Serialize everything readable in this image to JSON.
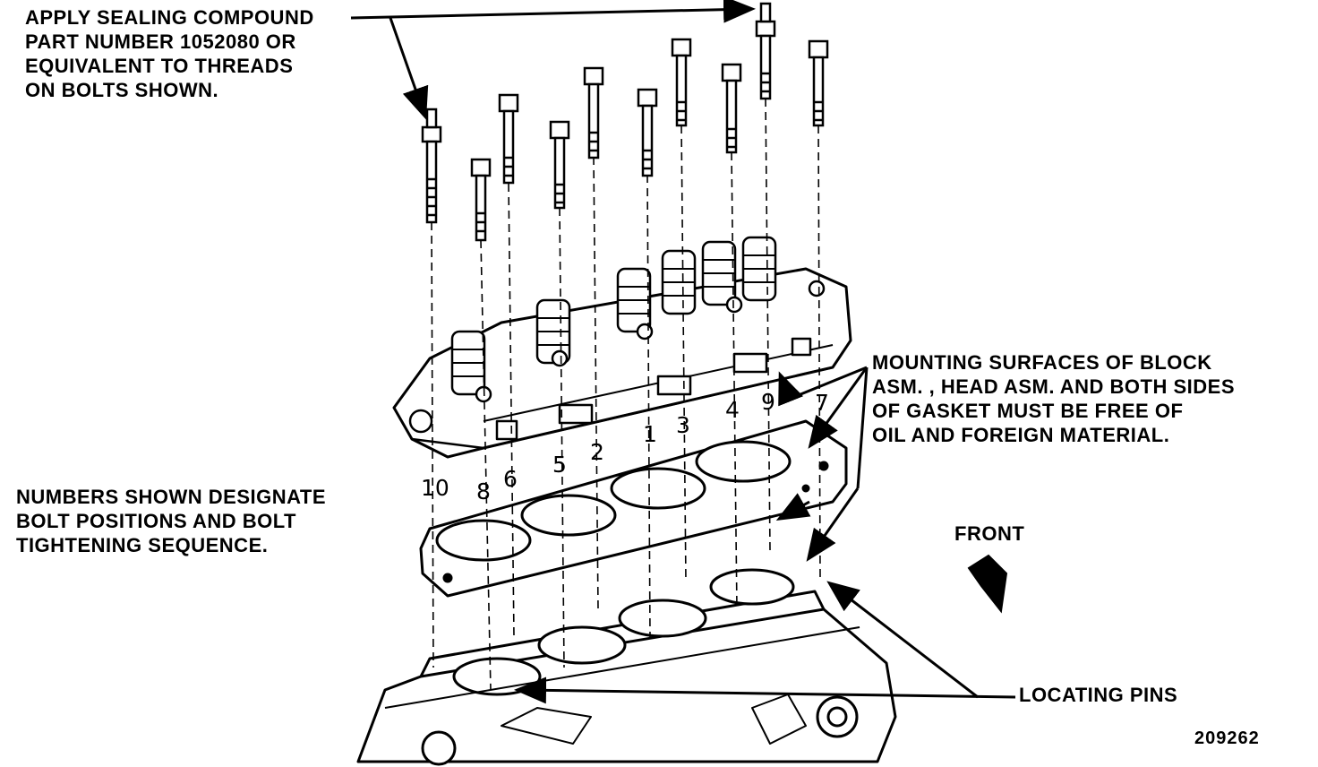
{
  "figure_id": "209262",
  "notes": {
    "sealing": [
      "APPLY SEALING COMPOUND",
      "PART NUMBER 1052080 OR",
      "EQUIVALENT TO THREADS",
      "ON BOLTS SHOWN."
    ],
    "surfaces": [
      "MOUNTING SURFACES OF BLOCK",
      "ASM. , HEAD ASM. AND BOTH SIDES",
      "OF GASKET MUST BE FREE OF",
      "OIL AND FOREIGN MATERIAL."
    ],
    "numbers": [
      "NUMBERS SHOWN DESIGNATE",
      "BOLT POSITIONS AND BOLT",
      "TIGHTENING SEQUENCE."
    ]
  },
  "labels": {
    "front": "FRONT",
    "locating_pins": "LOCATING PINS"
  },
  "bolt_sequence": [
    "10",
    "8",
    "6",
    "5",
    "2",
    "1",
    "3",
    "4",
    "9",
    "7"
  ],
  "parts": {
    "head": "cylinder-head",
    "gasket": "head-gasket",
    "block": "engine-block",
    "bolts": "head-bolt"
  }
}
